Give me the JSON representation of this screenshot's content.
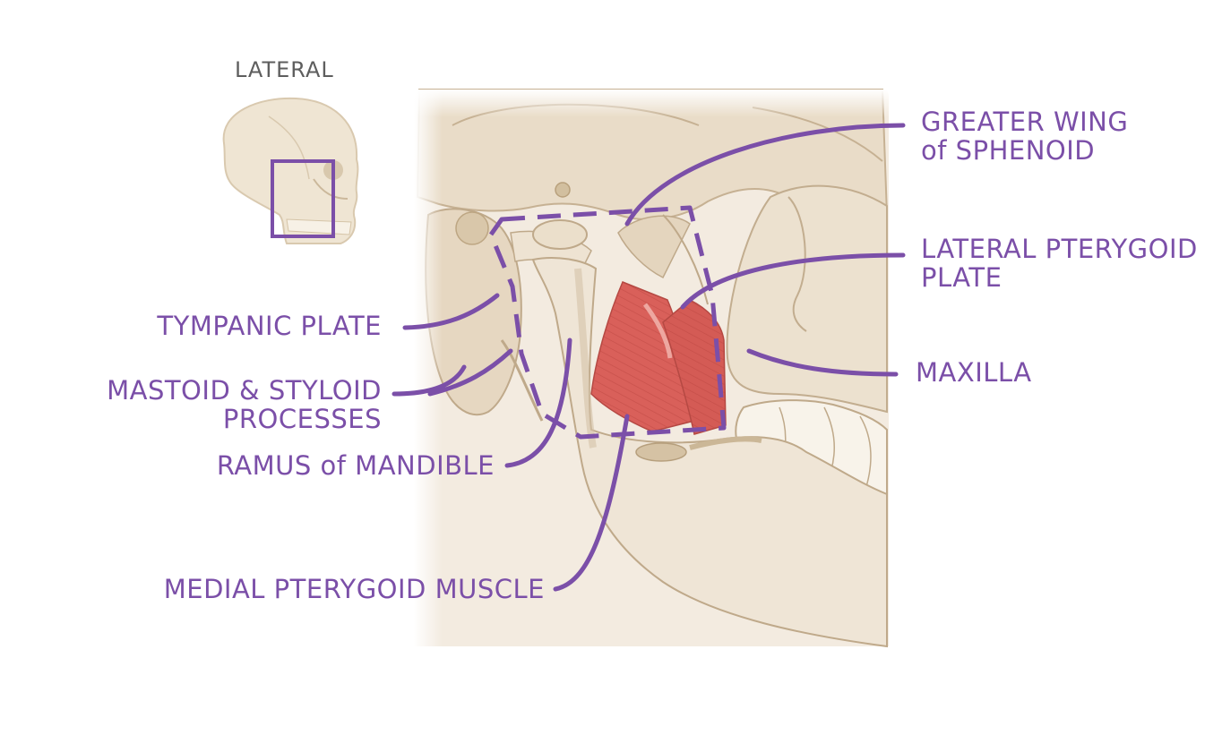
{
  "view_label": "LATERAL",
  "labels": {
    "greater_wing": [
      "GREATER WING",
      "of SPHENOID"
    ],
    "lateral_pterygoid_plate": [
      "LATERAL PTERYGOID",
      "PLATE"
    ],
    "maxilla": "MAXILLA",
    "tympanic_plate": "TYMPANIC PLATE",
    "mastoid_styloid": [
      "MASTOID & STYLOID",
      "PROCESSES"
    ],
    "ramus": "RAMUS of MANDIBLE",
    "medial_pterygoid": "MEDIAL PTERYGOID MUSCLE"
  },
  "colors": {
    "accent": "#7b4fa8",
    "bone": "#ede1cf",
    "bone_dark": "#c9b69b",
    "muscle": "#d9605a",
    "muscle_light": "#ee9d93"
  }
}
